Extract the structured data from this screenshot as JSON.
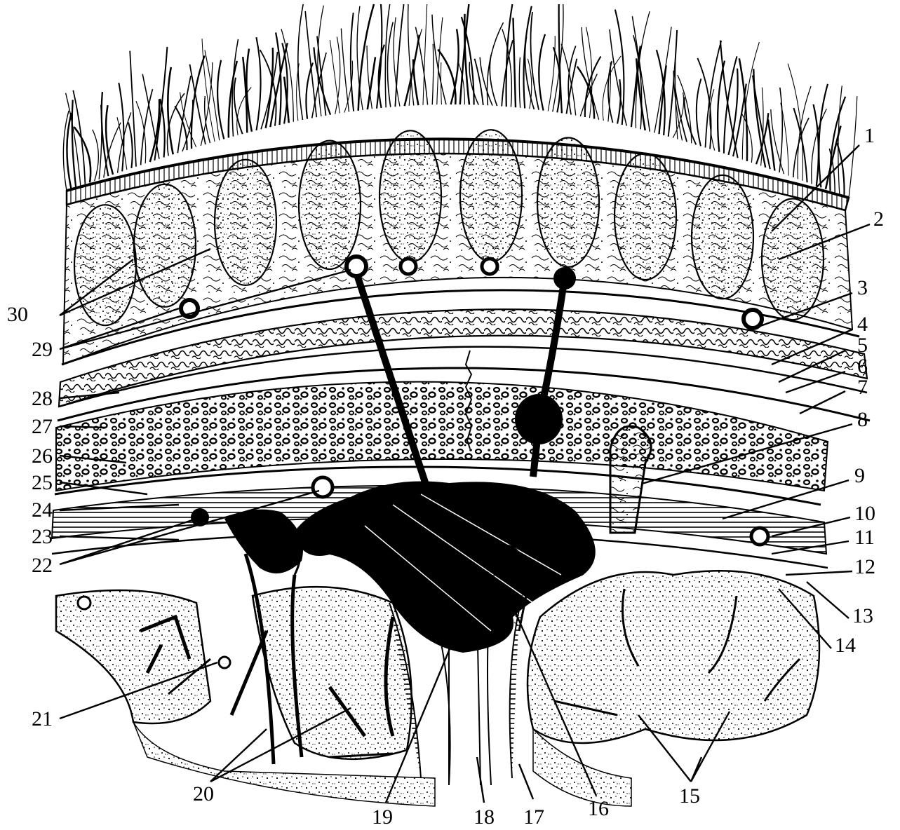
{
  "figure": {
    "labels": [
      "1",
      "2",
      "3",
      "4",
      "5",
      "6",
      "7",
      "8",
      "9",
      "10",
      "11",
      "12",
      "13",
      "14",
      "15",
      "16",
      "17",
      "18",
      "19",
      "20",
      "21",
      "22",
      "23",
      "24",
      "25",
      "26",
      "27",
      "28",
      "29",
      "30"
    ]
  },
  "colors": {
    "ink": "#000000",
    "paper": "#ffffff"
  }
}
